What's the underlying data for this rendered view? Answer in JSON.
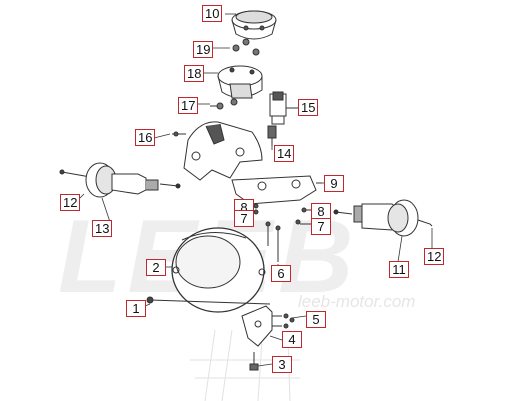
{
  "watermark": {
    "logo": "LEEB",
    "url": "leeb-motor.com"
  },
  "callouts": [
    {
      "id": "c10",
      "label": "10"
    },
    {
      "id": "c19",
      "label": "19"
    },
    {
      "id": "c18",
      "label": "18"
    },
    {
      "id": "c17",
      "label": "17"
    },
    {
      "id": "c15",
      "label": "15"
    },
    {
      "id": "c16",
      "label": "16"
    },
    {
      "id": "c14",
      "label": "14"
    },
    {
      "id": "c9",
      "label": "9"
    },
    {
      "id": "c12a",
      "label": "12"
    },
    {
      "id": "c13",
      "label": "13"
    },
    {
      "id": "c8a",
      "label": "8"
    },
    {
      "id": "c7a",
      "label": "7"
    },
    {
      "id": "c8b",
      "label": "8"
    },
    {
      "id": "c7b",
      "label": "7"
    },
    {
      "id": "c2",
      "label": "2"
    },
    {
      "id": "c6",
      "label": "6"
    },
    {
      "id": "c11",
      "label": "11"
    },
    {
      "id": "c12b",
      "label": "12"
    },
    {
      "id": "c1",
      "label": "1"
    },
    {
      "id": "c5",
      "label": "5"
    },
    {
      "id": "c4",
      "label": "4"
    },
    {
      "id": "c3",
      "label": "3"
    }
  ],
  "colors": {
    "callout_border": "#c0282d",
    "line": "#333333",
    "watermark": "#eeeeee"
  }
}
